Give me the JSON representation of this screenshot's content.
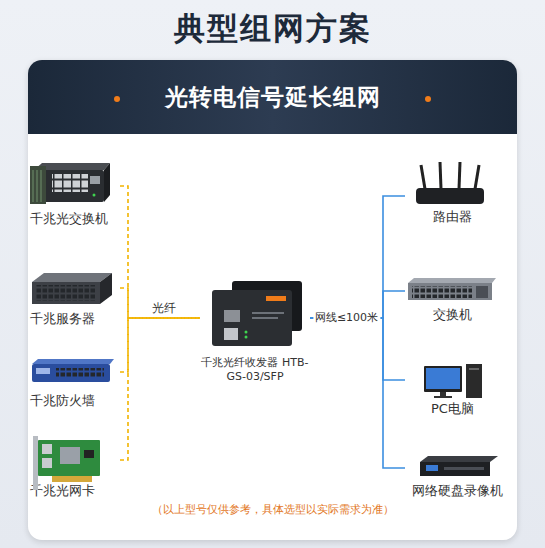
{
  "diagram": {
    "title": "典型组网方案",
    "caption": "（以上型号仅供参考，具体选型以实际需求为准）",
    "nodes": [
      {
        "text": [
          "光转电信号延长组网"
        ]
      },
      {
        "text": [
          "千兆光交换机"
        ],
        "in": 0
      },
      {
        "text": [
          "千兆服务器"
        ],
        "in": 0
      },
      {
        "text": [
          "千兆防火墙"
        ],
        "in": 0
      },
      {
        "text": [
          "千兆光网卡"
        ],
        "in": 0
      },
      {
        "text": [
          "千兆光纤收发器 HTB-GS-03/SFP"
        ],
        "in": 0
      },
      {
        "text": [
          "路由器"
        ],
        "in": 0
      },
      {
        "text": [
          "交换机"
        ],
        "in": 0
      },
      {
        "text": [
          "PC电脑"
        ],
        "in": 0
      },
      {
        "text": [
          "网络硬盘录像机"
        ],
        "in": 0
      }
    ],
    "edges": [
      {
        "from": 1,
        "to": 5,
        "arrow": "none",
        "label": "光纤"
      },
      {
        "from": 2,
        "to": 5,
        "arrow": "none"
      },
      {
        "from": 3,
        "to": 5,
        "arrow": "none"
      },
      {
        "from": 4,
        "to": 5,
        "arrow": "none"
      },
      {
        "from": 5,
        "to": 6,
        "arrow": "none",
        "label": "网线≤100米"
      },
      {
        "from": 5,
        "to": 7,
        "arrow": "none"
      },
      {
        "from": 5,
        "to": 8,
        "arrow": "none"
      },
      {
        "from": 5,
        "to": 9,
        "arrow": "none"
      }
    ]
  }
}
